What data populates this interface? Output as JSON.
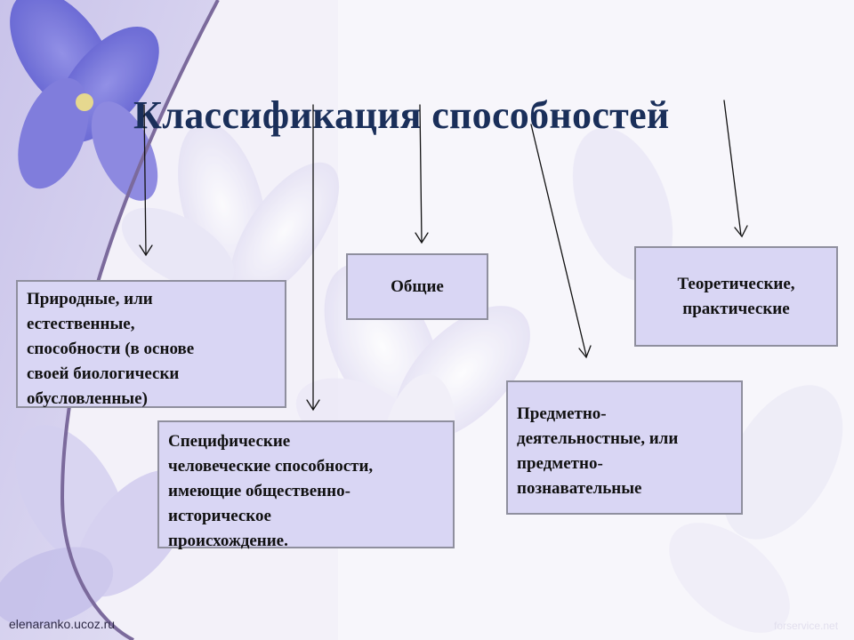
{
  "diagram": {
    "title": "Классификация способностей",
    "boxes": {
      "natural": {
        "lines": [
          "Природные, или",
          "естественные,",
          "способности (в основе",
          "своей биологически",
          "обусловленные)"
        ]
      },
      "specific": {
        "lines": [
          "Специфические",
          "человеческие способности,",
          "имеющие общественно-",
          "историческое",
          "происхождение."
        ]
      },
      "general": {
        "lines": [
          "Общие"
        ]
      },
      "subject": {
        "lines": [
          "Предметно-",
          "деятельностные, или",
          "предметно-",
          "познавательные"
        ]
      },
      "theory": {
        "lines": [
          "Теоретические,",
          "практические"
        ]
      }
    }
  },
  "footer": {
    "source_left": "elenaranko.ucoz.ru",
    "source_right": "forservice.net"
  },
  "colors": {
    "title": "#1a2f5a",
    "box_fill": "#d9d6f4",
    "box_border": "#8f8f9e",
    "curve": "#7b6a9c"
  }
}
